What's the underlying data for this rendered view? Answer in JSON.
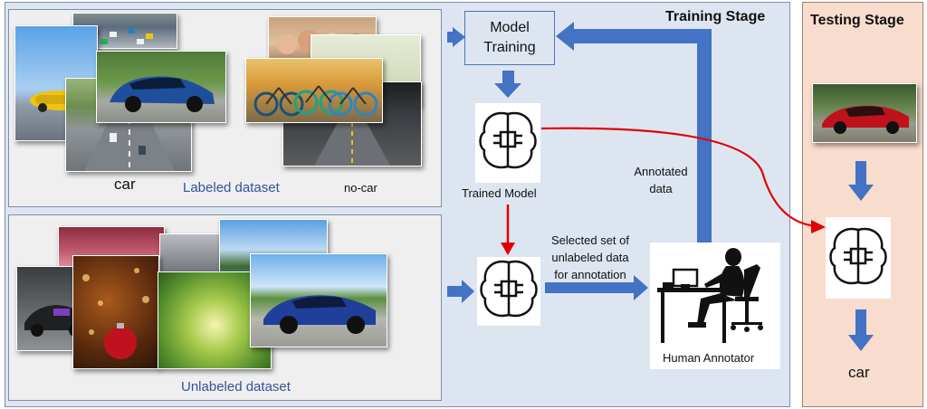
{
  "stages": {
    "training_title": "Training Stage",
    "testing_title": "Testing Stage"
  },
  "labeled": {
    "class_car": "car",
    "class_nocar": "no-car",
    "title": "Labeled dataset"
  },
  "unlabeled": {
    "title": "Unlabeled dataset"
  },
  "model_training": {
    "line1": "Model",
    "line2": "Training"
  },
  "trained_model_label": "Trained Model",
  "selected_label": {
    "line1": "Selected set of",
    "line2": "unlabeled data",
    "line3": "for annotation"
  },
  "annotated_label": {
    "line1": "Annotated",
    "line2": "data"
  },
  "human_annotator_label": "Human Annotator",
  "test_output": "car",
  "colors": {
    "training_bg": "#dde5f1",
    "testing_bg": "#f8dccd",
    "arrow_blue": "#4472c4",
    "arrow_red": "#e00000",
    "label_blue": "#2f5597"
  },
  "icons": [
    "brain-chip-icon",
    "person-at-desk-icon",
    "car-photo",
    "bicycle-photo"
  ]
}
